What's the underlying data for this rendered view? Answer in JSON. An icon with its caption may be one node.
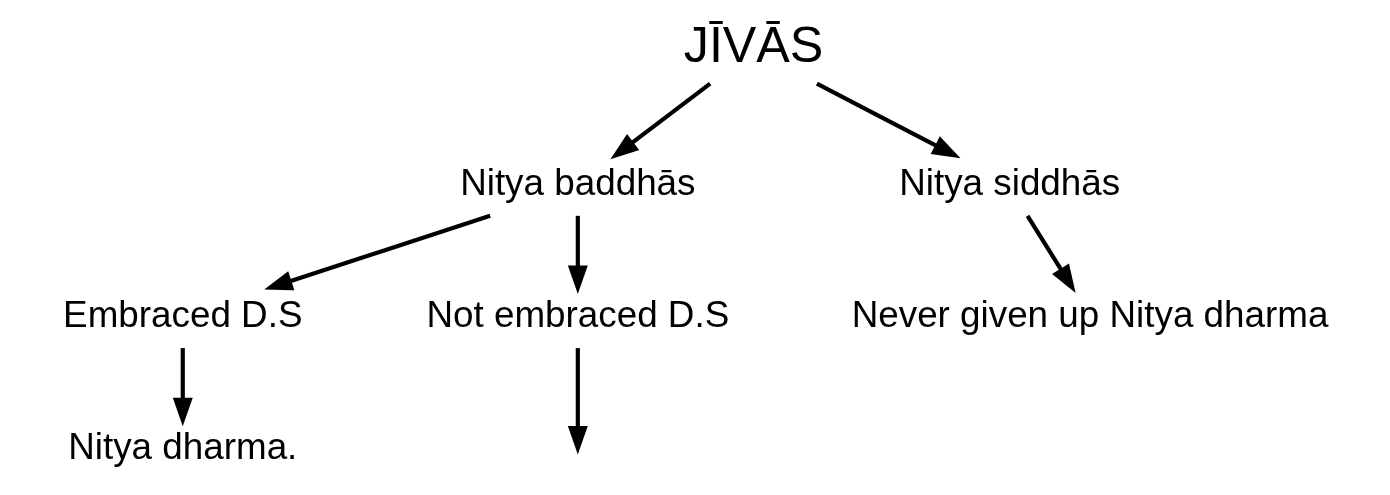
{
  "diagram": {
    "nodes": [
      {
        "text": [
          "JĪVĀS"
        ]
      },
      {
        "text": [
          "Nitya baddhās"
        ]
      },
      {
        "text": [
          "Nitya siddhās"
        ]
      },
      {
        "text": [
          "Embraced D.S"
        ]
      },
      {
        "text": [
          "Not embraced D.S"
        ]
      },
      {
        "text": [
          "Nitya dharma."
        ]
      },
      {
        "text": [
          "Never given up Nitya dharma"
        ]
      }
    ],
    "edges": [
      {
        "from": 0,
        "to": 1,
        "arrow": "to"
      },
      {
        "from": 0,
        "to": 2,
        "arrow": "to"
      },
      {
        "from": 1,
        "to": 3,
        "arrow": "to"
      },
      {
        "from": 1,
        "to": 4,
        "arrow": "to"
      },
      {
        "from": 3,
        "to": 5,
        "arrow": "to"
      },
      {
        "from": 4,
        "to": null,
        "arrow": "to"
      },
      {
        "from": 2,
        "to": 6,
        "arrow": "to"
      }
    ]
  }
}
